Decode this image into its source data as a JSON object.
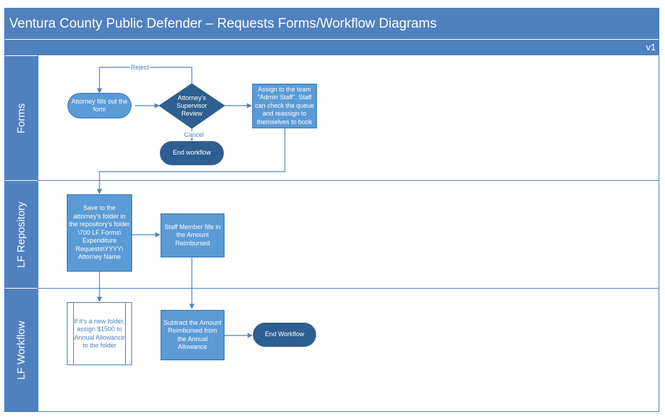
{
  "title": "Ventura County Public Defender – Requests Forms/Workflow Diagrams",
  "version": "v1",
  "lanes": [
    "Forms",
    "LF Repository",
    "LF Workflow"
  ],
  "nodes": {
    "attorney_fills": "Attorney fills out the form",
    "supervisor_review": "Attorney's Supervisor Review",
    "assign_team": "Assign to the team \"Admin Staff\".  Staff can check the queue and reassign to themselves to book",
    "end_workflow_forms": "End workflow",
    "save_folder": "Save to the attorney's folder in the repository's folder \\700 LF Forms\\ Expenditure Requests\\YYYY\\ Attorney Name",
    "staff_fills": "Staff Member fills in the Amount Reimbursed",
    "new_folder": "If it's a new folder, assign $1500 to Annual Allowance to the folder",
    "subtract": "Subtract the Amount Reimbursed from the Annual Allowance",
    "end_workflow_lf": "End Workflow"
  },
  "edge_labels": {
    "reject": "Reject",
    "cancel": "Cancel"
  },
  "colors": {
    "lane_header": "#4f81bd",
    "process": "#5b9bd5",
    "terminator": "#2e5f91",
    "connector": "#4f81bd"
  }
}
